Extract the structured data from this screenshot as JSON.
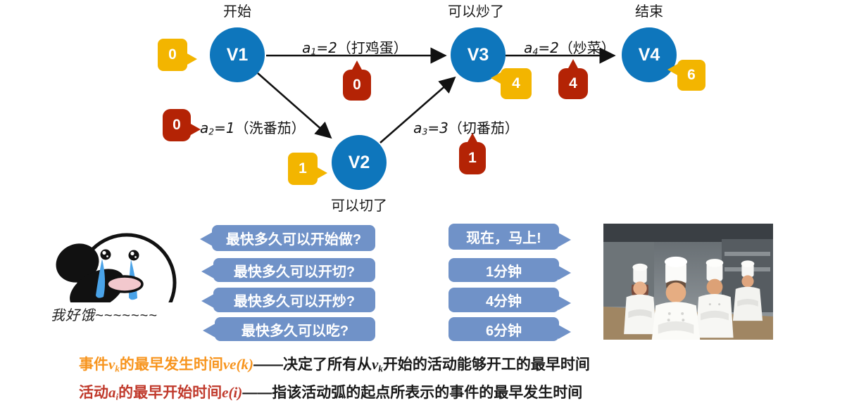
{
  "colors": {
    "node": "#0E76BC",
    "yellow": "#F3B500",
    "red": "#B42305",
    "bubble": "#7092C8",
    "orange": "#F7941D",
    "brick": "#C0392B",
    "ink": "#1A1A1A",
    "tear": "#4AA3E8",
    "mouth": "#F2C8CD"
  },
  "graph": {
    "nodes": [
      {
        "label": "V1",
        "annotation": "开始",
        "ve": "0"
      },
      {
        "label": "V2",
        "annotation": "可以切了",
        "ve": "1"
      },
      {
        "label": "V3",
        "annotation": "可以炒了",
        "ve": "4"
      },
      {
        "label": "V4",
        "annotation": "结束",
        "ve": "6"
      }
    ],
    "edges": [
      {
        "name": "a1",
        "e": "0",
        "segments": [
          {
            "t": "a",
            "f": "mi"
          },
          {
            "t": "1",
            "f": "misub"
          },
          {
            "t": "=2",
            "f": "mi"
          },
          {
            "t": "（打鸡蛋）",
            "f": "cn"
          }
        ]
      },
      {
        "name": "a2",
        "e": "0",
        "segments": [
          {
            "t": "a",
            "f": "mi"
          },
          {
            "t": "2",
            "f": "misub"
          },
          {
            "t": "=1",
            "f": "mi"
          },
          {
            "t": "（洗番茄）",
            "f": "cn"
          }
        ]
      },
      {
        "name": "a3",
        "e": "1",
        "segments": [
          {
            "t": "a",
            "f": "mi"
          },
          {
            "t": "3",
            "f": "misub"
          },
          {
            "t": "=3",
            "f": "mi"
          },
          {
            "t": "（切番茄）",
            "f": "cn"
          }
        ]
      },
      {
        "name": "a4",
        "e": "4",
        "segments": [
          {
            "t": "a",
            "f": "mi"
          },
          {
            "t": "4",
            "f": "misub"
          },
          {
            "t": "=2",
            "f": "mi"
          },
          {
            "t": "（炒菜）",
            "f": "cn"
          }
        ]
      }
    ]
  },
  "qa": {
    "questions": [
      {
        "text": "最快多久可以开始做?"
      },
      {
        "text": "最快多久可以开切?"
      },
      {
        "text": "最快多久可以开炒?"
      },
      {
        "text": "最快多久可以吃?"
      }
    ],
    "answers": [
      {
        "text": "现在，马上!"
      },
      {
        "text": "1分钟"
      },
      {
        "text": "4分钟"
      },
      {
        "text": "6分钟"
      }
    ]
  },
  "meme": {
    "caption": "我好饿~~~~~~~"
  },
  "definitions": {
    "line1": [
      {
        "t": "事件",
        "f": "cnb",
        "c": "orange"
      },
      {
        "t": "v",
        "f": "ms",
        "c": "orange"
      },
      {
        "t": "k",
        "f": "mssub",
        "c": "orange"
      },
      {
        "t": "的最早发生时间",
        "f": "cnb",
        "c": "orange"
      },
      {
        "t": "ve(k)",
        "f": "ms",
        "c": "orange"
      },
      {
        "t": "——决定了所有从",
        "f": "cnb",
        "c": "ink"
      },
      {
        "t": "v",
        "f": "ms",
        "c": "ink"
      },
      {
        "t": "k",
        "f": "mssub",
        "c": "ink"
      },
      {
        "t": "开始的活动能够开工的最早时间",
        "f": "cnb",
        "c": "ink"
      }
    ],
    "line2": [
      {
        "t": "活动",
        "f": "cnb",
        "c": "brick"
      },
      {
        "t": "a",
        "f": "ms",
        "c": "brick"
      },
      {
        "t": "i",
        "f": "mssub",
        "c": "brick"
      },
      {
        "t": "的最早开始时间",
        "f": "cnb",
        "c": "brick"
      },
      {
        "t": "e(i)",
        "f": "ms",
        "c": "brick"
      },
      {
        "t": "——指该活动弧的起点所表示的事件的最早发生时间",
        "f": "cnb",
        "c": "ink"
      }
    ]
  }
}
